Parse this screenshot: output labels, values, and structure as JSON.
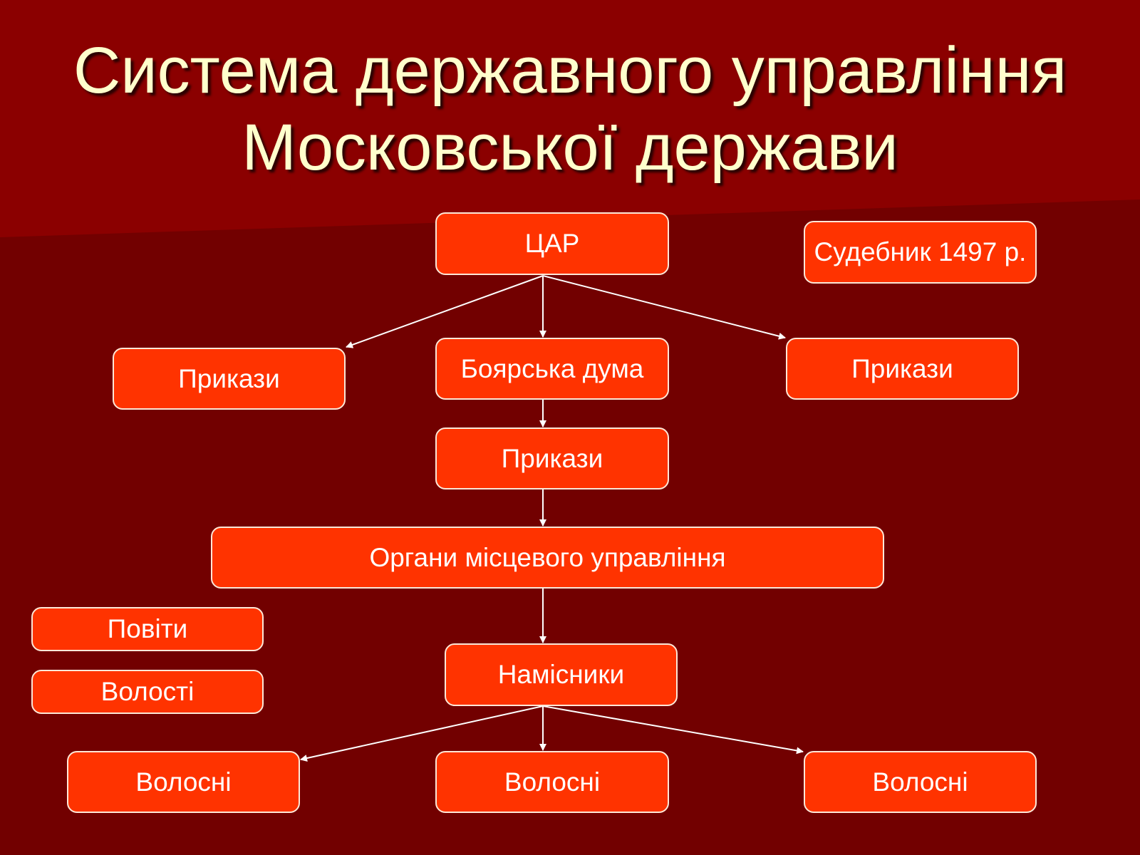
{
  "title": {
    "line1": "Система державного управління",
    "line2": "Московської держави"
  },
  "nodes": {
    "tsar": "ЦАР",
    "sudebnik": "Судебник 1497 р.",
    "prykazy_left": "Прикази",
    "boyar_duma": "Боярська дума",
    "prykazy_right": "Прикази",
    "prykazy_mid": "Прикази",
    "local_gov": "Органи місцевого управління",
    "povity": "Повіти",
    "volosti": "Волості",
    "namisnyky": "Намісники",
    "volosni_left": "Волосні",
    "volosni_mid": "Волосні",
    "volosni_right": "Волосні"
  },
  "colors": {
    "box": "#ff3300",
    "bg_dark": "#720000",
    "bg_light": "#8b0000",
    "title": "#ffffcc"
  }
}
